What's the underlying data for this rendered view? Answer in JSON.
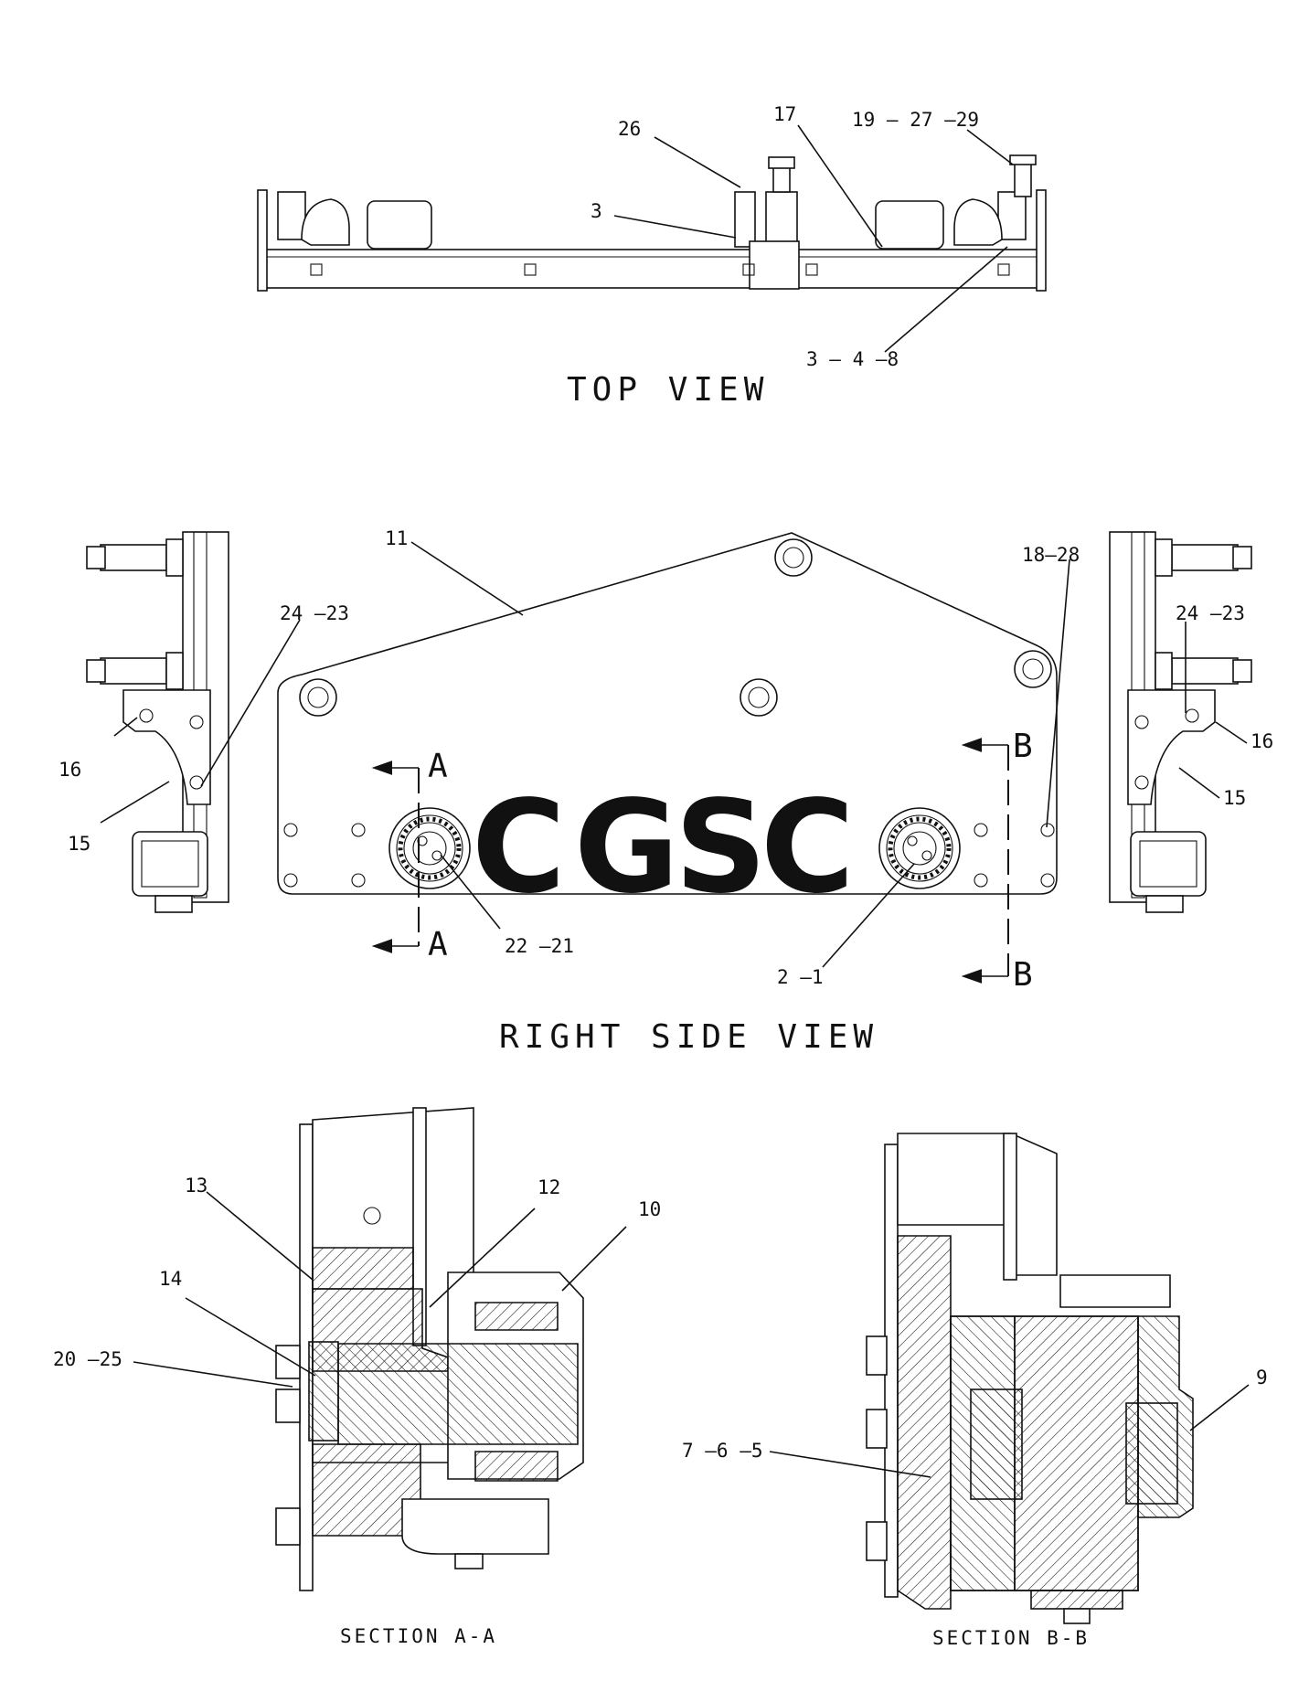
{
  "views": {
    "top_view_title": "TOP VIEW",
    "right_side_view_title": "RIGHT SIDE VIEW",
    "section_aa_title": "SECTION A-A",
    "section_bb_title": "SECTION B-B"
  },
  "callouts": {
    "top": {
      "c26": "26",
      "c17": "17",
      "c19_27_29": "19 – 27 –29",
      "c3": "3",
      "c3_4_8": "3 – 4 –8"
    },
    "side": {
      "c11": "11",
      "c18_28": "18–28",
      "c24_23_left": "24 –23",
      "c24_23_right": "24 –23",
      "c16_left": "16",
      "c15_left": "15",
      "c16_right": "16",
      "c15_right": "15",
      "c22_21": "22 –21",
      "c2_1": "2 –1",
      "sec_a_top": "A",
      "sec_a_bottom": "A",
      "sec_b_top": "B",
      "sec_b_bottom": "B"
    },
    "section_aa": {
      "c13": "13",
      "c12": "12",
      "c10": "10",
      "c14": "14",
      "c20_25": "20 –25"
    },
    "section_bb": {
      "c9": "9",
      "c7_6_5": "7 –6 –5"
    }
  },
  "watermark": {
    "letters": [
      "C",
      "G",
      "S",
      "C"
    ],
    "colors": [
      "#7ba7f2",
      "#ef8a86",
      "#f7d66b",
      "#7cc49b"
    ]
  }
}
